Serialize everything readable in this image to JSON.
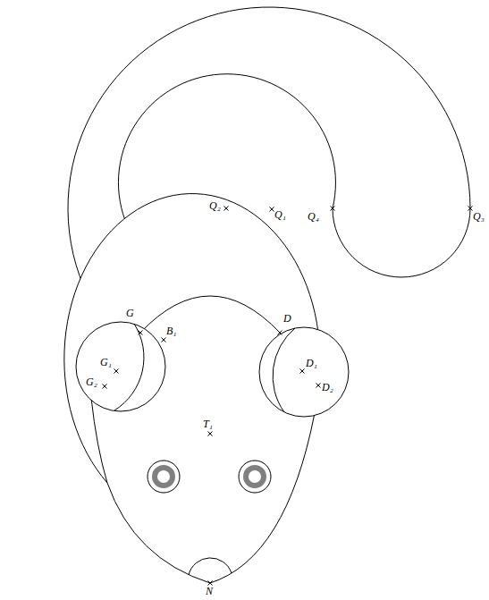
{
  "diagram": {
    "labels": [
      "Q₂",
      "Q₁",
      "Q₄",
      "Q₃",
      "G",
      "D",
      "B₁",
      "G₁",
      "G₂",
      "D₁",
      "D₂",
      "T₁",
      "N"
    ]
  }
}
